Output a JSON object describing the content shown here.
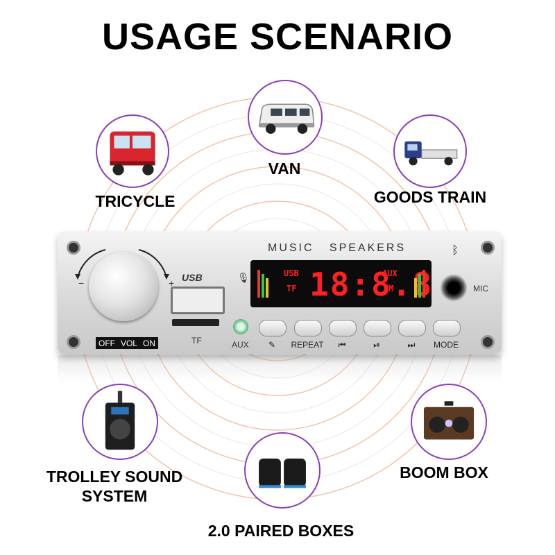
{
  "title": "USAGE SCENARIO",
  "scenarios": [
    {
      "label": "TRICYCLE"
    },
    {
      "label": "VAN"
    },
    {
      "label": "GOODS TRAIN"
    },
    {
      "label": "TROLLEY SOUND",
      "label2": "SYSTEM"
    },
    {
      "label": "2.0 PAIRED BOXES"
    },
    {
      "label": "BOOM BOX"
    }
  ],
  "panel": {
    "brand": "MUSIC   SPEAKERS",
    "usb_mark": "USB",
    "display": "18:8.8",
    "display_usb": "USB",
    "display_tf": "TF",
    "display_aux": "AUX",
    "display_fm": "FM",
    "vol_off": "OFF",
    "vol_vol": "VOL",
    "vol_on": "ON",
    "vol_minus": "−",
    "vol_plus": "+",
    "tf": "TF",
    "aux": "AUX",
    "mic": "MIC",
    "buttons": [
      {
        "label": "",
        "icon": "microphone-icon"
      },
      {
        "label": "REPEAT"
      },
      {
        "label": "⏮",
        "icon": "previous-icon"
      },
      {
        "label": "⏯",
        "icon": "play-pause-icon"
      },
      {
        "label": "⏭",
        "icon": "next-icon"
      },
      {
        "label": "MODE"
      }
    ]
  },
  "colors": {
    "accent_ring": "#8a3fb8",
    "bg_rings": "#f0b89a",
    "display_red": "#ff2020",
    "display_green": "#2ecc40"
  }
}
